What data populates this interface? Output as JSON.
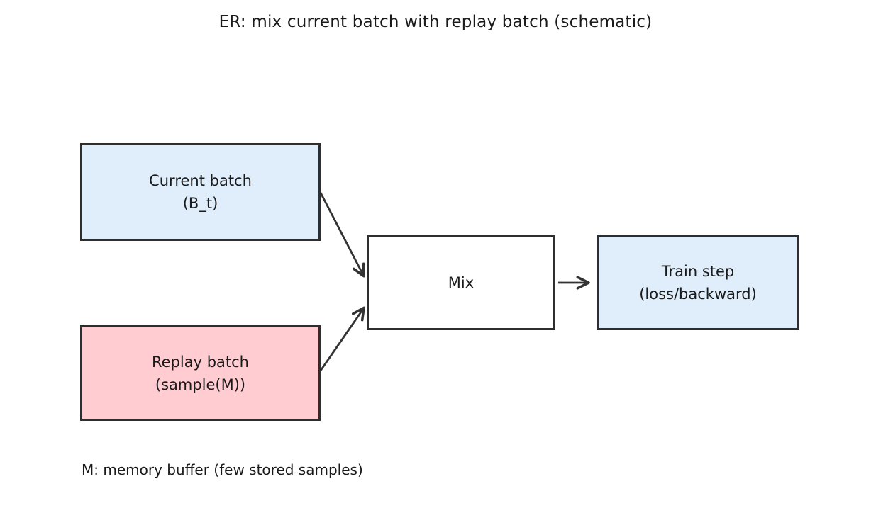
{
  "title": "ER: mix current batch with replay batch (schematic)",
  "footnote": "M: memory buffer (few stored samples)",
  "nodes": {
    "current_batch": {
      "line1": "Current batch",
      "line2": "(B_t)",
      "fill": "#dfeefa"
    },
    "replay_batch": {
      "line1": "Replay batch",
      "line2": "(sample(M))",
      "fill": "#ffccd2"
    },
    "mix": {
      "label": "Mix",
      "fill": "#ffffff"
    },
    "train_step": {
      "line1": "Train step",
      "line2": "(loss/backward)",
      "fill": "#dfeefa"
    }
  },
  "edges": [
    {
      "from": "current_batch",
      "to": "mix"
    },
    {
      "from": "replay_batch",
      "to": "mix"
    },
    {
      "from": "mix",
      "to": "train_step"
    }
  ],
  "colors": {
    "box_border": "#2e2e2e",
    "arrow": "#333333",
    "text": "#1a1a1a",
    "background": "#ffffff",
    "blue_fill": "#dfeefa",
    "pink_fill": "#ffccd2"
  }
}
